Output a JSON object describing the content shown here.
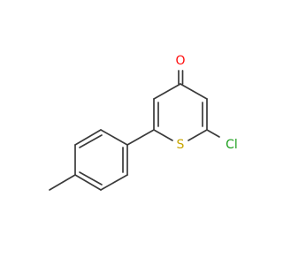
{
  "molecule": {
    "atoms": {
      "oxygen": {
        "label": "O",
        "color": "#ff0d0d"
      },
      "sulfur": {
        "label": "S",
        "color": "#c8a600"
      },
      "chlorine": {
        "label": "Cl",
        "color": "#1fa01f"
      }
    },
    "bond_color": "#3a3a3a"
  }
}
